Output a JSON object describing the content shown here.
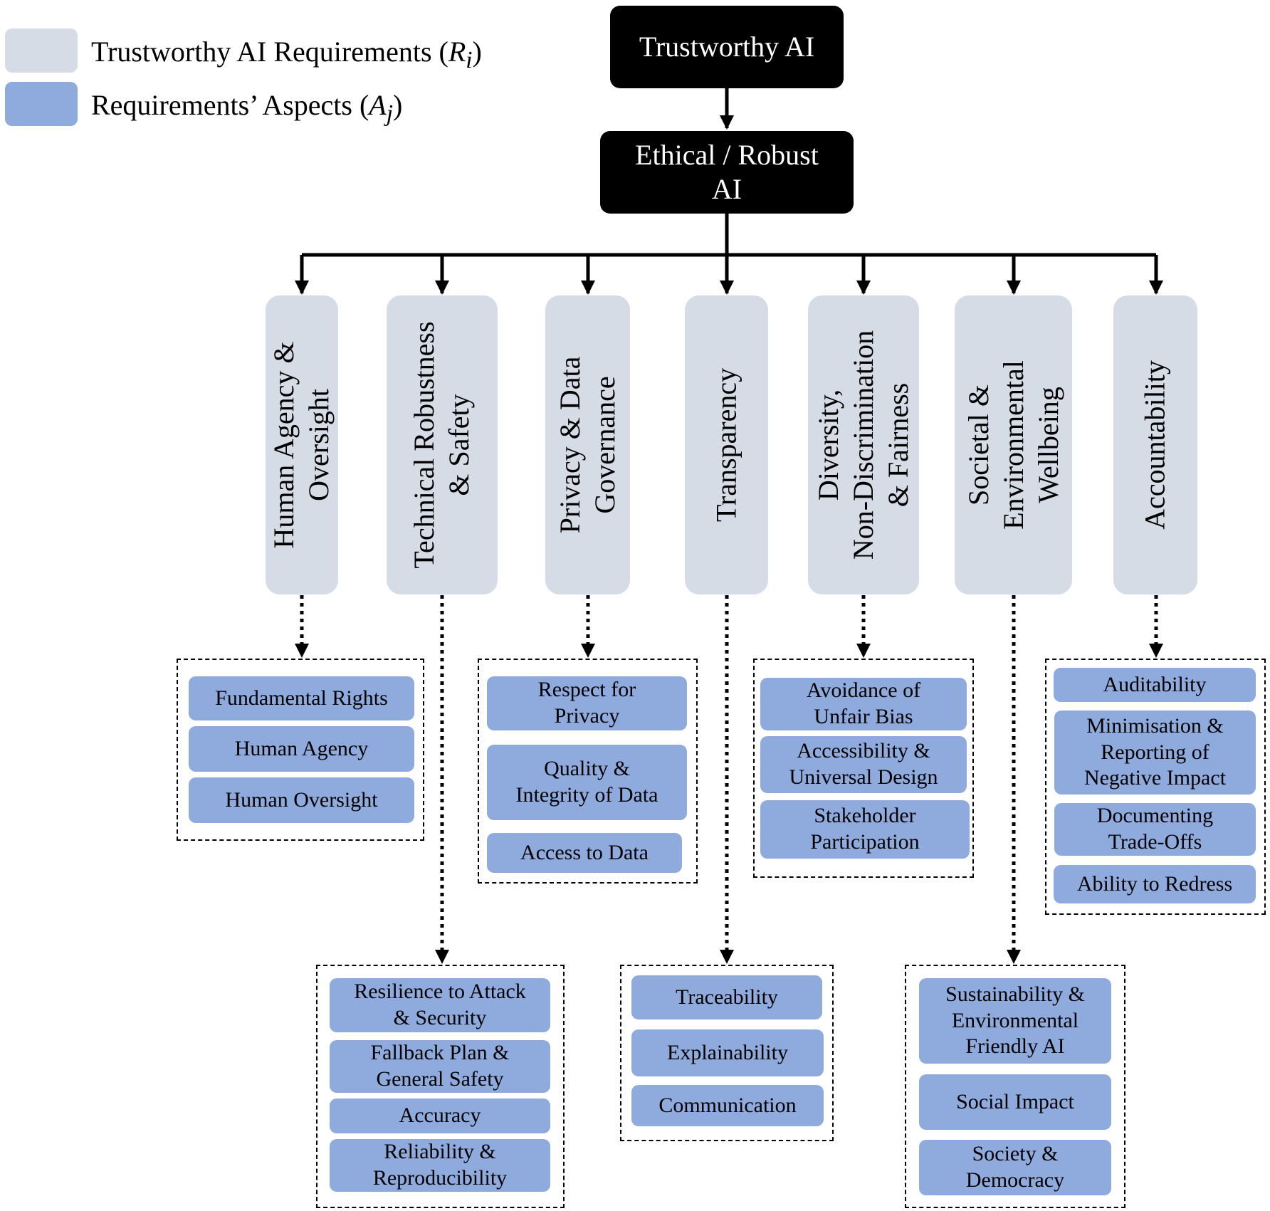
{
  "legend": {
    "requirements": {
      "text": "Trustworthy AI Requirements ",
      "sym": "R",
      "sub": "i"
    },
    "aspects": {
      "text": "Requirements’ Aspects ",
      "sym": "A",
      "sub": "j"
    }
  },
  "colors": {
    "requirement_fill": "#d6dce5",
    "aspect_fill": "#8faadc",
    "root_fill": "#000000"
  },
  "root": {
    "label": "Trustworthy AI"
  },
  "level2": {
    "label": "Ethical / Robust\nAI"
  },
  "requirements": [
    {
      "label": "Human Agency &\nOversight",
      "aspects": [
        "Fundamental Rights",
        "Human Agency",
        "Human Oversight"
      ]
    },
    {
      "label": "Technical Robustness\n& Safety",
      "aspects": [
        "Resilience to Attack\n& Security",
        "Fallback Plan &\nGeneral Safety",
        "Accuracy",
        "Reliability &\nReproducibility"
      ]
    },
    {
      "label": "Privacy & Data\nGovernance",
      "aspects": [
        "Respect for\nPrivacy",
        "Quality &\nIntegrity of Data",
        "Access to Data"
      ]
    },
    {
      "label": "Transparency",
      "aspects": [
        "Traceability",
        "Explainability",
        "Communication"
      ]
    },
    {
      "label": "Diversity,\nNon-Discrimination\n& Fairness",
      "aspects": [
        "Avoidance of\nUnfair Bias",
        "Accessibility &\nUniversal Design",
        "Stakeholder\nParticipation"
      ]
    },
    {
      "label": "Societal &\nEnvironmental\nWellbeing",
      "aspects": [
        "Sustainability &\nEnvironmental\nFriendly AI",
        "Social Impact",
        "Society &\nDemocracy"
      ]
    },
    {
      "label": "Accountability",
      "aspects": [
        "Auditability",
        "Minimisation &\nReporting of\nNegative Impact",
        "Documenting\nTrade-Offs",
        "Ability to Redress"
      ]
    }
  ]
}
